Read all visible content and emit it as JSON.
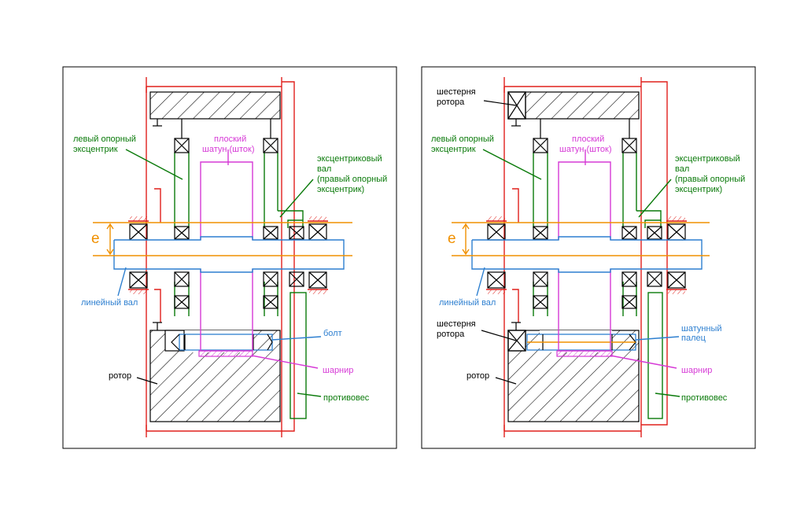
{
  "colors": {
    "red": "#e0201c",
    "green": "#0a7a0a",
    "blue": "#2d7fd0",
    "magenta": "#d63ad6",
    "orange": "#f09000",
    "black": "#000000"
  },
  "ecc_symbol": "e",
  "left_panel": {
    "left_eccentric": [
      "левый опорный",
      "эксцентрик"
    ],
    "flat_rod": [
      "плоский",
      "шатун (шток)"
    ],
    "ecc_shaft": [
      "эксцентриковый",
      "вал",
      "(правый опорный",
      "эксцентрик)"
    ],
    "linear_shaft": "линейный вал",
    "bolt": "болт",
    "hinge": "шарнир",
    "rotor": "ротор",
    "counterweight": "противовес"
  },
  "right_panel": {
    "rotor_gear_top": [
      "шестерня",
      "ротора"
    ],
    "left_eccentric": [
      "левый опорный",
      "эксцентрик"
    ],
    "flat_rod": [
      "плоский",
      "шатун (шток)"
    ],
    "ecc_shaft": [
      "эксцентриковый",
      "вал",
      "(правый опорный",
      "эксцентрик)"
    ],
    "linear_shaft": "линейный вал",
    "rotor_gear_bottom": [
      "шестерня",
      "ротора"
    ],
    "rod_pin": [
      "шатунный",
      "палец"
    ],
    "hinge": "шарнир",
    "rotor": "ротор",
    "counterweight": "противовес"
  }
}
